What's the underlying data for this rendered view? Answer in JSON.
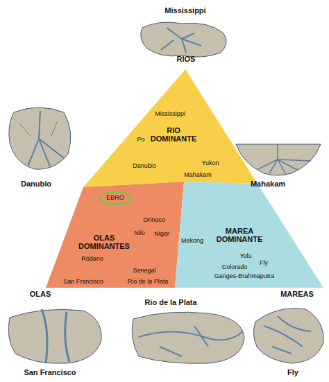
{
  "diagram": {
    "nodes": [
      {
        "text": [
          "RIO DOMINANTE",
          "Mississippi",
          "Po",
          "Danubio",
          "Yukon",
          "Mahakam"
        ]
      },
      {
        "text": [
          "OLAS DOMINANTES",
          "Orinoco",
          "Nilo",
          "Niger",
          "Ródano",
          "Senegal",
          "San Francisco",
          "Rio de la Plata"
        ]
      },
      {
        "text": [
          "MAREA DOMINANTE",
          "Mekong",
          "Yolu",
          "Fly",
          "Colorado",
          "Ganges-Brahmaputra"
        ]
      },
      {
        "text": [
          "EBRO"
        ],
        "in": 1
      }
    ],
    "labels": [
      "Mississippi",
      "RIOS",
      "Danubio",
      "Mahakam",
      "OLAS",
      "MAREAS",
      "Rio de la Plata",
      "San Francisco",
      "Fly"
    ]
  }
}
